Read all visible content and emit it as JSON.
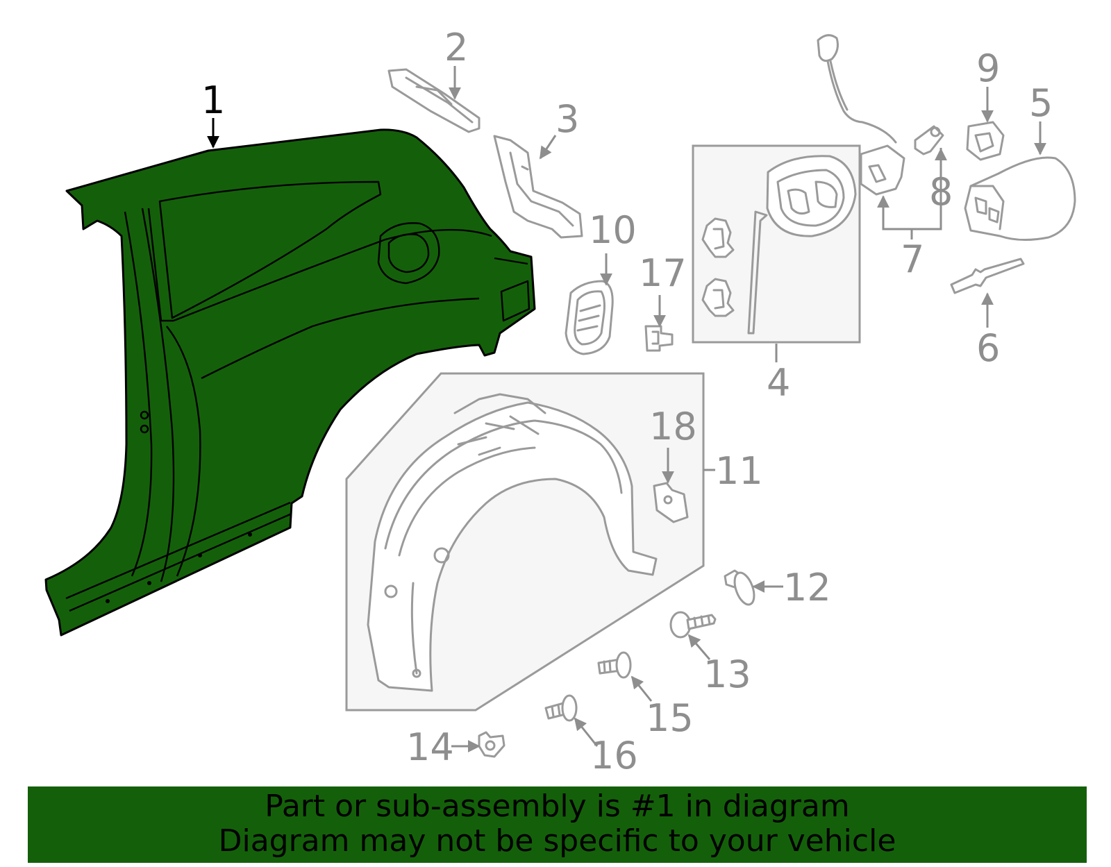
{
  "diagram": {
    "selected_part": "1",
    "highlight_color": "#14600a",
    "callouts": [
      "1",
      "2",
      "3",
      "4",
      "5",
      "6",
      "7",
      "8",
      "9",
      "10",
      "11",
      "12",
      "13",
      "14",
      "15",
      "16",
      "17",
      "18"
    ]
  },
  "banner": {
    "line1": "Part or sub-assembly is #1 in diagram",
    "line2": "Diagram may not be specific to your vehicle"
  }
}
